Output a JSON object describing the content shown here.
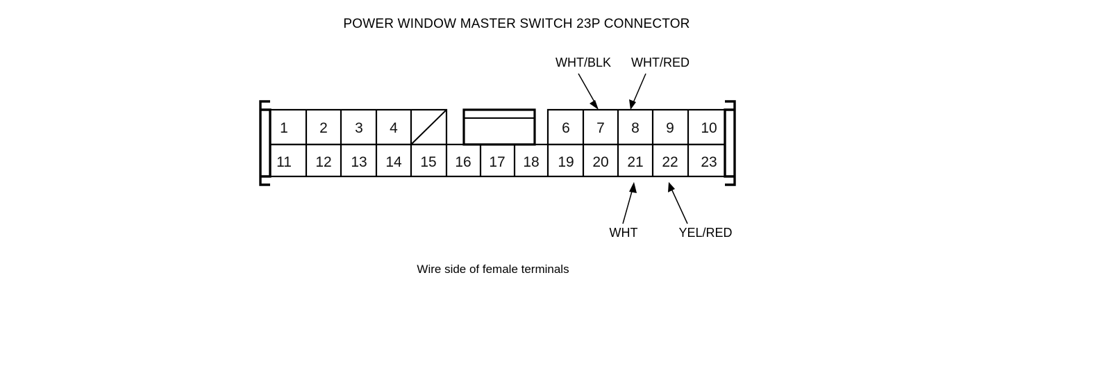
{
  "title": "POWER WINDOW MASTER SWITCH 23P CONNECTOR",
  "caption": "Wire side of female terminals",
  "connector": {
    "top_row": [
      {
        "label": "1"
      },
      {
        "label": "2"
      },
      {
        "label": "3"
      },
      {
        "label": "4"
      },
      {
        "label": ""
      },
      {
        "label": "6"
      },
      {
        "label": "7"
      },
      {
        "label": "8"
      },
      {
        "label": "9"
      },
      {
        "label": "10"
      }
    ],
    "bottom_row": [
      {
        "label": "11"
      },
      {
        "label": "12"
      },
      {
        "label": "13"
      },
      {
        "label": "14"
      },
      {
        "label": "15"
      },
      {
        "label": "16"
      },
      {
        "label": "17"
      },
      {
        "label": "18"
      },
      {
        "label": "19"
      },
      {
        "label": "20"
      },
      {
        "label": "21"
      },
      {
        "label": "22"
      },
      {
        "label": "23"
      }
    ]
  },
  "wire_labels": {
    "top": [
      {
        "text": "WHT/BLK",
        "pin": "7"
      },
      {
        "text": "WHT/RED",
        "pin": "8"
      }
    ],
    "bottom": [
      {
        "text": "WHT",
        "pin": "21"
      },
      {
        "text": "YEL/RED",
        "pin": "22"
      }
    ]
  },
  "colors": {
    "line": "#000000",
    "background": "#ffffff"
  }
}
